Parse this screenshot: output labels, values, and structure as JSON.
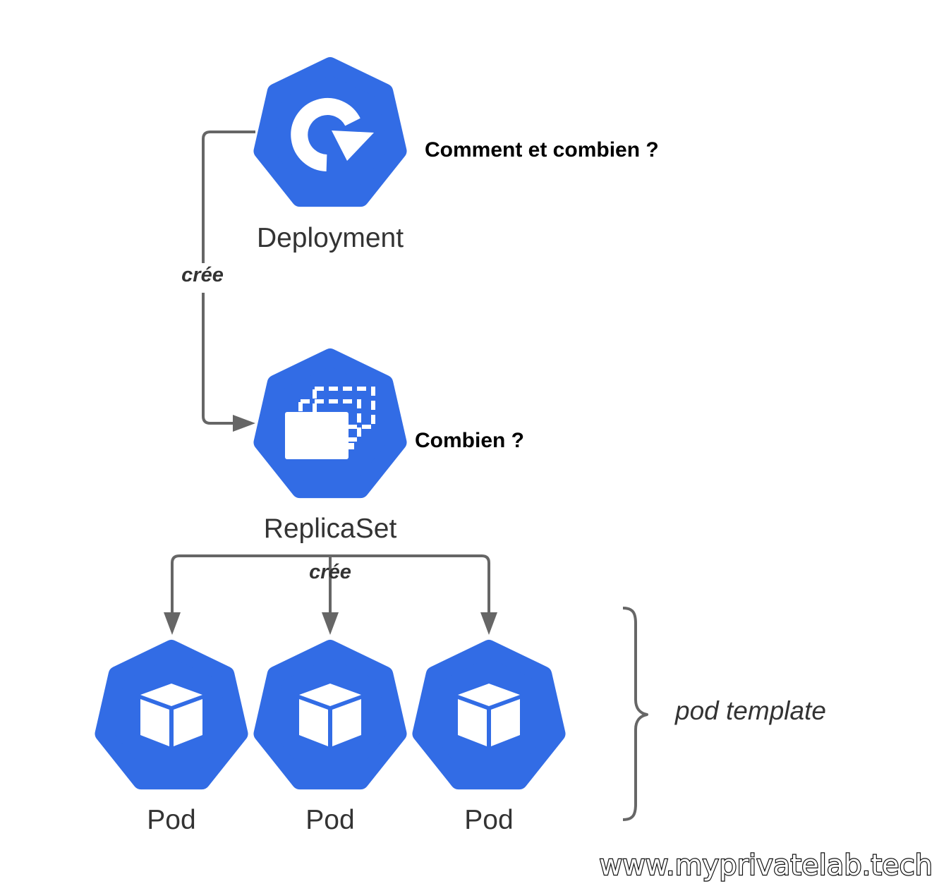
{
  "colors": {
    "node_fill": "#326CE5",
    "icon": "#FFFFFF",
    "connector": "#666666",
    "label_text": "#333333",
    "question_text": "#000000"
  },
  "nodes": {
    "deployment": {
      "label": "Deployment",
      "icon": "rotate-arrow-icon",
      "question": "Comment et combien ?"
    },
    "replicaset": {
      "label": "ReplicaSet",
      "icon": "stacked-folders-icon",
      "question": "Combien ?"
    },
    "pods": [
      {
        "label": "Pod",
        "icon": "cube-icon"
      },
      {
        "label": "Pod",
        "icon": "cube-icon"
      },
      {
        "label": "Pod",
        "icon": "cube-icon"
      }
    ]
  },
  "edges": {
    "deployment_to_replicaset": "crée",
    "replicaset_to_pods": "crée"
  },
  "pod_template_label": "pod template",
  "watermark": "www.myprivatelab.tech"
}
